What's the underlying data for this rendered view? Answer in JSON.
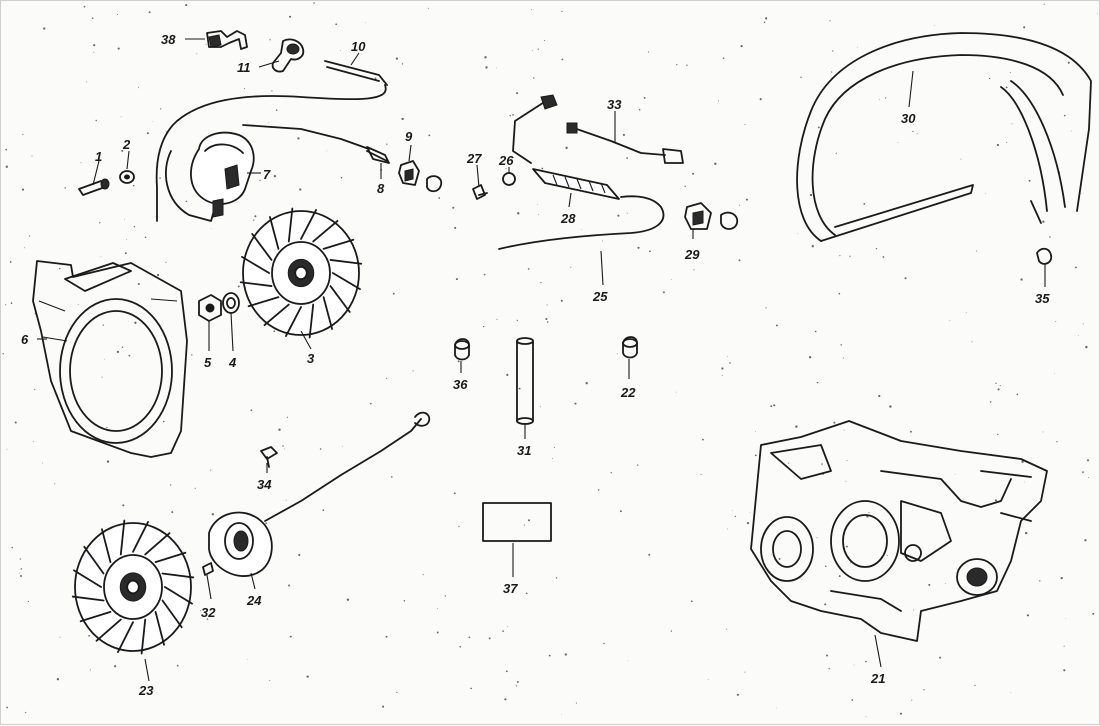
{
  "diagram": {
    "parts": [
      {
        "id": "p1",
        "callout": "1"
      },
      {
        "id": "p2",
        "callout": "2"
      },
      {
        "id": "p3",
        "callout": "3"
      },
      {
        "id": "p4",
        "callout": "4"
      },
      {
        "id": "p5",
        "callout": "5"
      },
      {
        "id": "p6",
        "callout": "6"
      },
      {
        "id": "p7",
        "callout": "7"
      },
      {
        "id": "p8",
        "callout": "8"
      },
      {
        "id": "p9",
        "callout": "9"
      },
      {
        "id": "p10",
        "callout": "10"
      },
      {
        "id": "p11",
        "callout": "11"
      },
      {
        "id": "p21",
        "callout": "21"
      },
      {
        "id": "p22",
        "callout": "22"
      },
      {
        "id": "p23",
        "callout": "23"
      },
      {
        "id": "p24",
        "callout": "24"
      },
      {
        "id": "p25",
        "callout": "25"
      },
      {
        "id": "p26",
        "callout": "26"
      },
      {
        "id": "p27",
        "callout": "27"
      },
      {
        "id": "p28",
        "callout": "28"
      },
      {
        "id": "p29",
        "callout": "29"
      },
      {
        "id": "p30",
        "callout": "30"
      },
      {
        "id": "p31",
        "callout": "31"
      },
      {
        "id": "p32",
        "callout": "32"
      },
      {
        "id": "p33",
        "callout": "33"
      },
      {
        "id": "p34",
        "callout": "34"
      },
      {
        "id": "p35",
        "callout": "35"
      },
      {
        "id": "p36",
        "callout": "36"
      },
      {
        "id": "p37",
        "callout": "37"
      },
      {
        "id": "p38",
        "callout": "38"
      }
    ]
  }
}
